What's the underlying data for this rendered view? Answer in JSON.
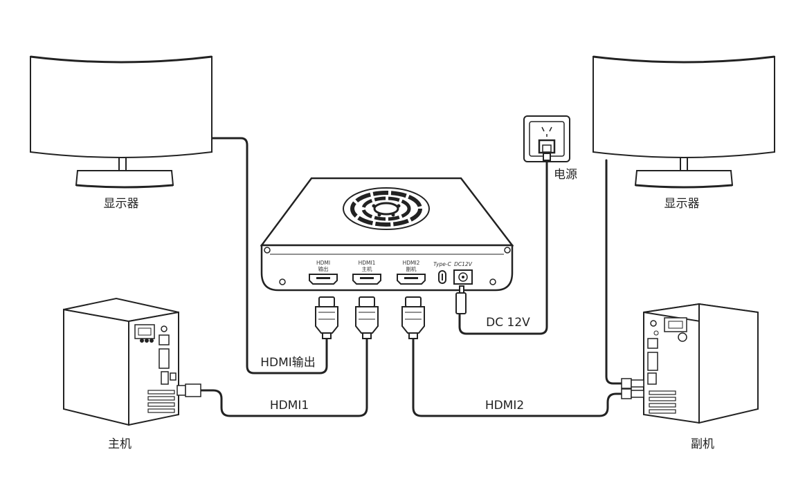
{
  "labels": {
    "monitor_left": "显示器",
    "monitor_right": "显示器",
    "host_main": "主机",
    "host_sub": "副机",
    "power": "电源",
    "cable_hdmi_out": "HDMI输出",
    "cable_hdmi1": "HDMI1",
    "cable_hdmi2": "HDMI2",
    "cable_dc": "DC 12V"
  },
  "device_ports": {
    "hdmi_out_line1": "HDMI",
    "hdmi_out_line2": "输出",
    "hdmi1_line1": "HDMI1",
    "hdmi1_line2": "主机",
    "hdmi2_line1": "HDMI2",
    "hdmi2_line2": "副机",
    "typec": "Type-C",
    "dc": "DC12V"
  }
}
